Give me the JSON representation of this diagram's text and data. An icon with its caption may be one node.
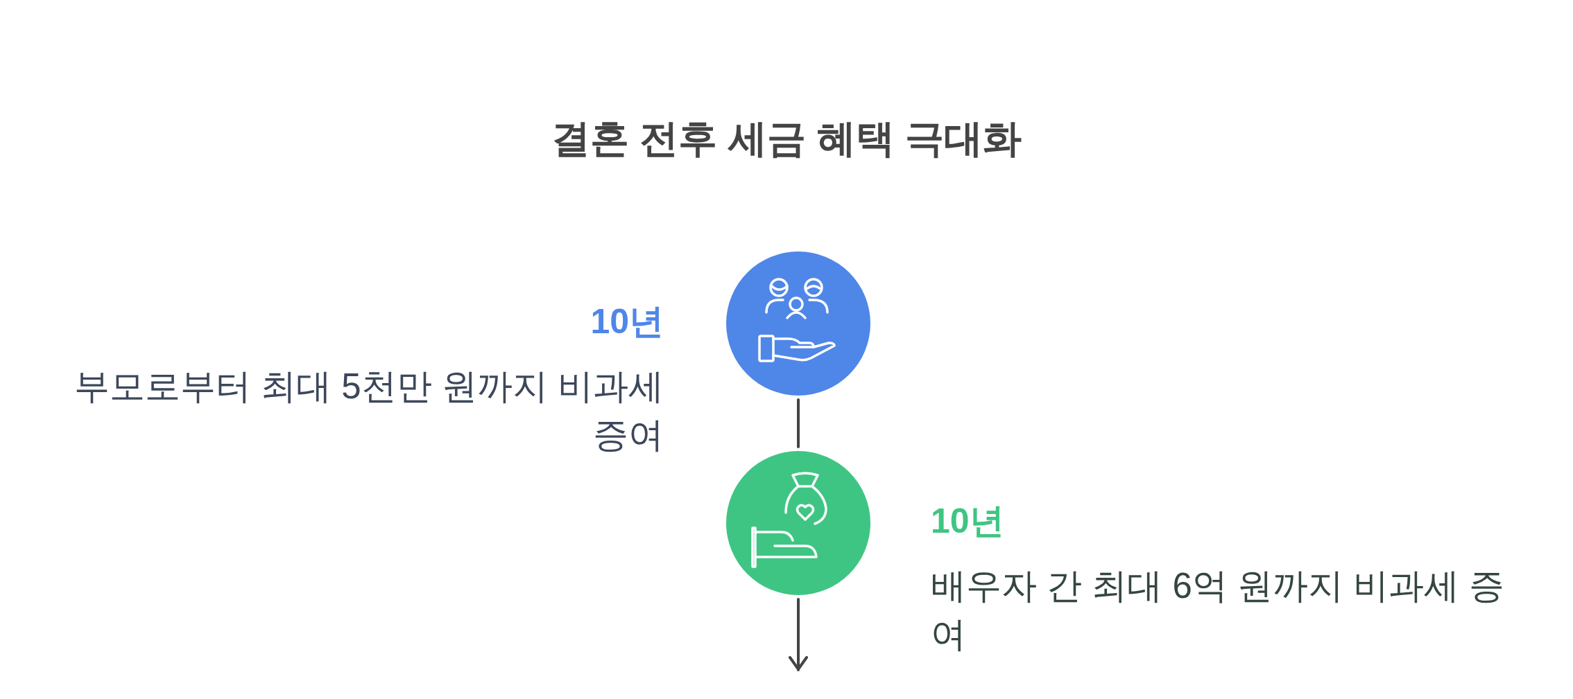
{
  "diagram": {
    "title": "결혼 전후 세금 혜택 극대화",
    "nodes": [
      {
        "text": [],
        "shape": "circle",
        "beside": [
          "10년",
          "부모로부터 최대 5천만 원까지 비과세 증여"
        ]
      },
      {
        "text": [],
        "shape": "circle",
        "beside": [
          "10년",
          "배우자 간 최대 6억 원까지 비과세 증여"
        ]
      }
    ],
    "edges": [
      {
        "from": 0,
        "to": 1,
        "arrow": "none"
      },
      {
        "from": 1,
        "to": null,
        "arrow": "to"
      }
    ]
  }
}
